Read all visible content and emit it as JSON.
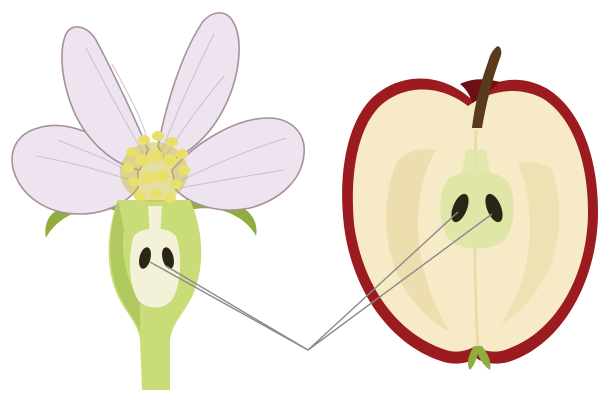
{
  "diagram": {
    "colors": {
      "background": "#ffffff",
      "petal_fill": "#ede4ef",
      "petal_edge": "#a98f9a",
      "petal_vein": "#cdbfd0",
      "stamen": "#e8e06a",
      "stamen_dark": "#c9be3f",
      "receptacle": "#c8dc78",
      "receptacle_dark": "#9cba4a",
      "ovary_cavity": "#f3f1d8",
      "sepal": "#8fae3e",
      "seed": "#2b2417",
      "apple_skin": "#9b1b20",
      "apple_skin_dark": "#6e0f13",
      "apple_flesh": "#f6ebc6",
      "apple_flesh_shadow": "#eadba8",
      "apple_core": "#dfe6a8",
      "stem": "#5a3a1c",
      "pointer_line": "#8a8a8a"
    },
    "parts": [
      {
        "name": "apple-blossom-cross-section"
      },
      {
        "name": "apple-fruit-cross-section"
      },
      {
        "name": "ovary-to-fruit-connector"
      }
    ]
  }
}
